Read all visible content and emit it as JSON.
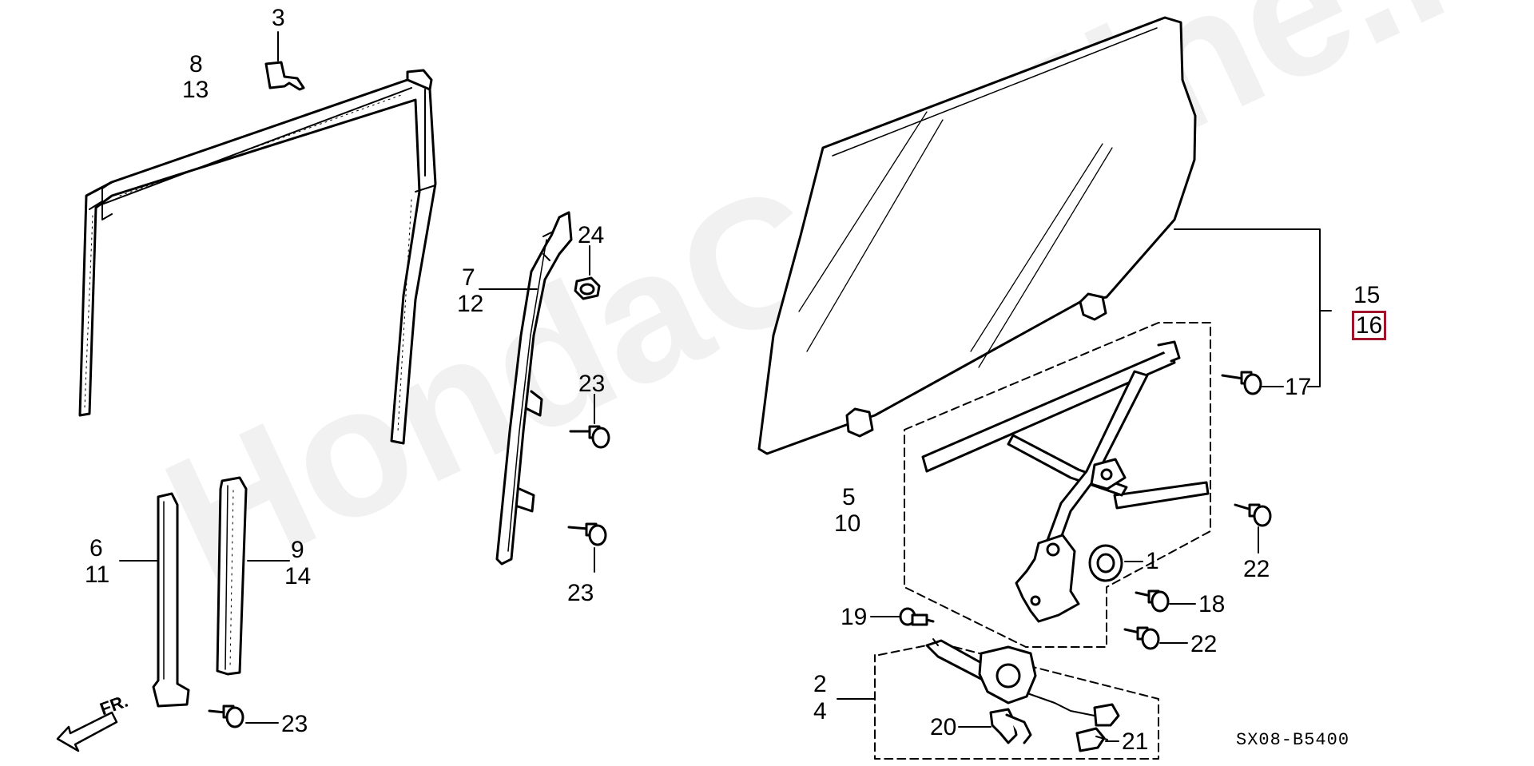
{
  "watermark": "HondaCarMine.ru",
  "diagram_code": "SX08-B5400",
  "direction_label": "FR.",
  "highlighted_part": "16",
  "labels": {
    "p1": "1",
    "p2": "2",
    "p3": "3",
    "p4": "4",
    "p5": "5",
    "p6": "6",
    "p7": "7",
    "p8": "8",
    "p9": "9",
    "p10": "10",
    "p11": "11",
    "p12": "12",
    "p13": "13",
    "p14": "14",
    "p15": "15",
    "p16": "16",
    "p17": "17",
    "p18": "18",
    "p19": "19",
    "p20": "20",
    "p21": "21",
    "p22a": "22",
    "p22b": "22",
    "p23a": "23",
    "p23b": "23",
    "p23c": "23",
    "p24": "24"
  },
  "colors": {
    "line": "#000000",
    "highlight": "#a0142c"
  }
}
